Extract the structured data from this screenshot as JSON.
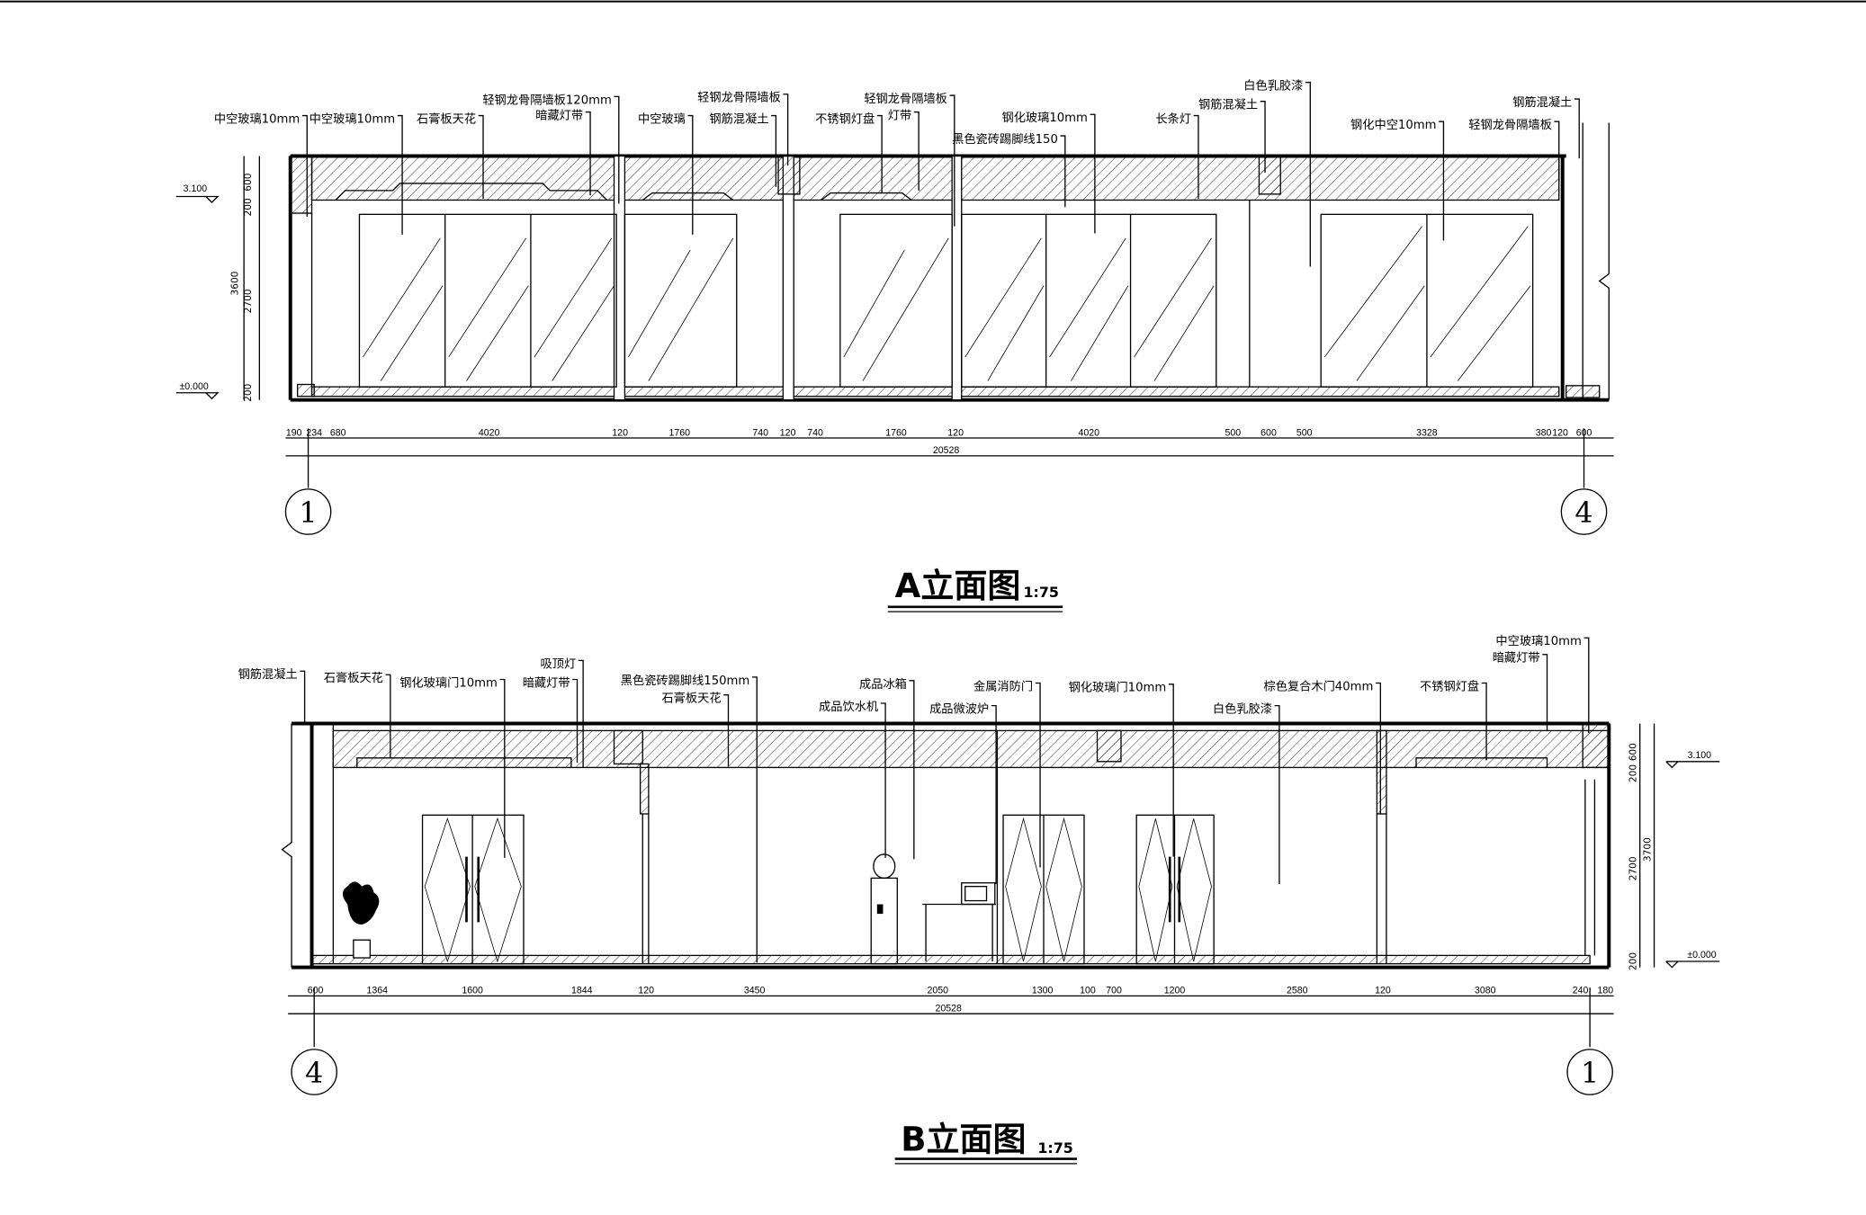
{
  "elevation_a": {
    "title": "A立面图",
    "scale": "1:75",
    "axis_left": "1",
    "axis_right": "4",
    "labels": [
      "中空玻璃10mm",
      "中空玻璃10mm",
      "石膏板天花",
      "轻钢龙骨隔墙板120mm",
      "暗藏灯带",
      "中空玻璃",
      "钢筋混凝土",
      "轻钢龙骨隔墙板",
      "不锈钢灯盘",
      "灯带",
      "轻钢龙骨隔墙板",
      "黑色瓷砖踢脚线150",
      "钢化玻璃10mm",
      "长条灯",
      "钢筋混凝土",
      "白色乳胶漆",
      "钢化中空10mm",
      "轻钢龙骨隔墙板",
      "钢筋混凝土"
    ],
    "dims": [
      "190",
      "234",
      "680",
      "4020",
      "120",
      "1760",
      "740",
      "120",
      "740",
      "1760",
      "120",
      "4020",
      "500",
      "600",
      "500",
      "3328",
      "380",
      "120",
      "600"
    ],
    "total": "20528",
    "vdims": [
      "600",
      "200",
      "2700",
      "200",
      "3600"
    ],
    "levels": [
      "3.100",
      "±0.000"
    ]
  },
  "elevation_b": {
    "title": "B立面图",
    "scale": "1:75",
    "axis_left": "4",
    "axis_right": "1",
    "labels": [
      "钢筋混凝土",
      "石膏板天花",
      "钢化玻璃门10mm",
      "吸顶灯",
      "暗藏灯带",
      "黑色瓷砖踢脚线150mm",
      "石膏板天花",
      "成品冰箱",
      "成品饮水机",
      "成品微波炉",
      "金属消防门",
      "钢化玻璃门10mm",
      "白色乳胶漆",
      "棕色复合木门40mm",
      "不锈钢灯盘",
      "中空玻璃10mm",
      "暗藏灯带"
    ],
    "dims": [
      "600",
      "1364",
      "1600",
      "1844",
      "120",
      "3450",
      "2050",
      "1300",
      "100",
      "700",
      "1200",
      "2580",
      "120",
      "3080",
      "240",
      "180"
    ],
    "total": "20528",
    "vdims": [
      "600",
      "200",
      "2700",
      "200",
      "3700"
    ],
    "levels": [
      "3.100",
      "±0.000"
    ]
  }
}
